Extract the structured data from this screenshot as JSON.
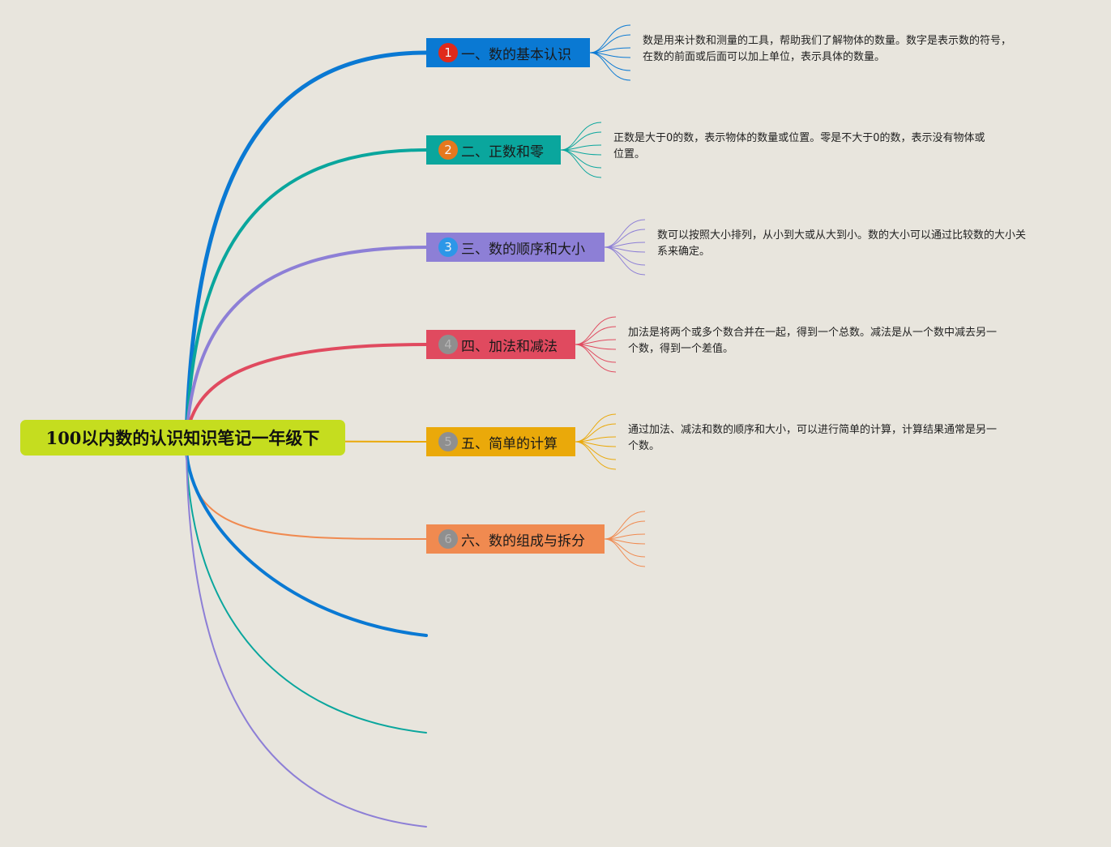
{
  "root": {
    "title": "100以内数的认识知识笔记一年级下",
    "color": "#c5dd1f"
  },
  "branches": [
    {
      "index": "1",
      "label": "一、数的基本认识",
      "color": "#0a79d3",
      "badge_color": "#e02a1b",
      "note_lines": [
        "数是用来计数和测量的工具，帮助我们了解物体的数量。数字是表示数的符号，",
        "在数的前面或后面可以加上单位，表示具体的数量。"
      ]
    },
    {
      "index": "2",
      "label": "二、正数和零",
      "color": "#0aa69d",
      "badge_color": "#e6781e",
      "note_lines": [
        "正数是大于0的数，表示物体的数量或位置。零是不大于0的数，表示没有物体或",
        "位置。"
      ]
    },
    {
      "index": "3",
      "label": "三、数的顺序和大小",
      "color": "#8d7fd6",
      "badge_color": "#2c97e8",
      "note_lines": [
        "数可以按照大小排列，从小到大或从大到小。数的大小可以通过比较数的大小关",
        "系来确定。"
      ]
    },
    {
      "index": "4",
      "label": "四、加法和减法",
      "color": "#e04a5f",
      "badge_color": "#8f8f8f",
      "note_lines": [
        "加法是将两个或多个数合并在一起，得到一个总数。减法是从一个数中减去另一",
        "个数，得到一个差值。"
      ]
    },
    {
      "index": "5",
      "label": "五、简单的计算",
      "color": "#eaa90a",
      "badge_color": "#8f8f8f",
      "note_lines": [
        "通过加法、减法和数的顺序和大小，可以进行简单的计算，计算结果通常是另一",
        "个数。"
      ]
    },
    {
      "index": "6",
      "label": "六、数的组成与拆分",
      "color": "#f08a50",
      "badge_color": "#8f8f8f",
      "note_lines": []
    }
  ],
  "empty_branch_colors": [
    "#0a79d3",
    "#0aa69d",
    "#8d7fd6"
  ]
}
